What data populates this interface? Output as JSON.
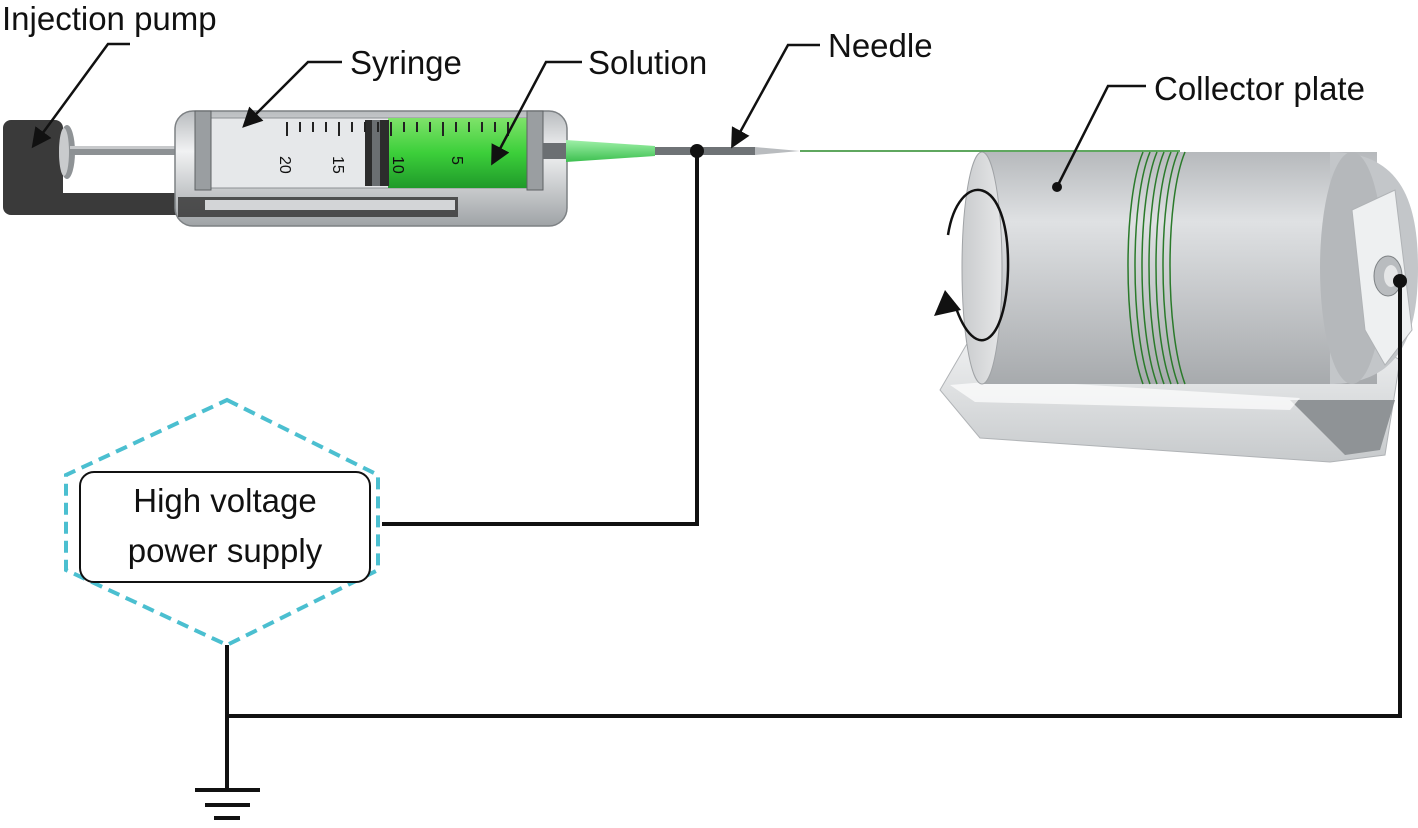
{
  "labels": {
    "injection_pump": "Injection pump",
    "syringe": "Syringe",
    "solution": "Solution",
    "needle": "Needle",
    "collector_plate": "Collector plate"
  },
  "power_supply": {
    "line1": "High voltage",
    "line2": "power supply"
  },
  "syringe_scale": [
    "20",
    "15",
    "10",
    "5"
  ],
  "colors": {
    "solution_green": "#3ccf3a",
    "needle_tip_green": "#5bd86a",
    "hexagon_dash": "#4bbfd0",
    "wire": "#111111",
    "fiber": "#2a8a2a"
  },
  "icons": {
    "rotation": "rotation-arrow-icon",
    "ground": "ground-icon"
  }
}
